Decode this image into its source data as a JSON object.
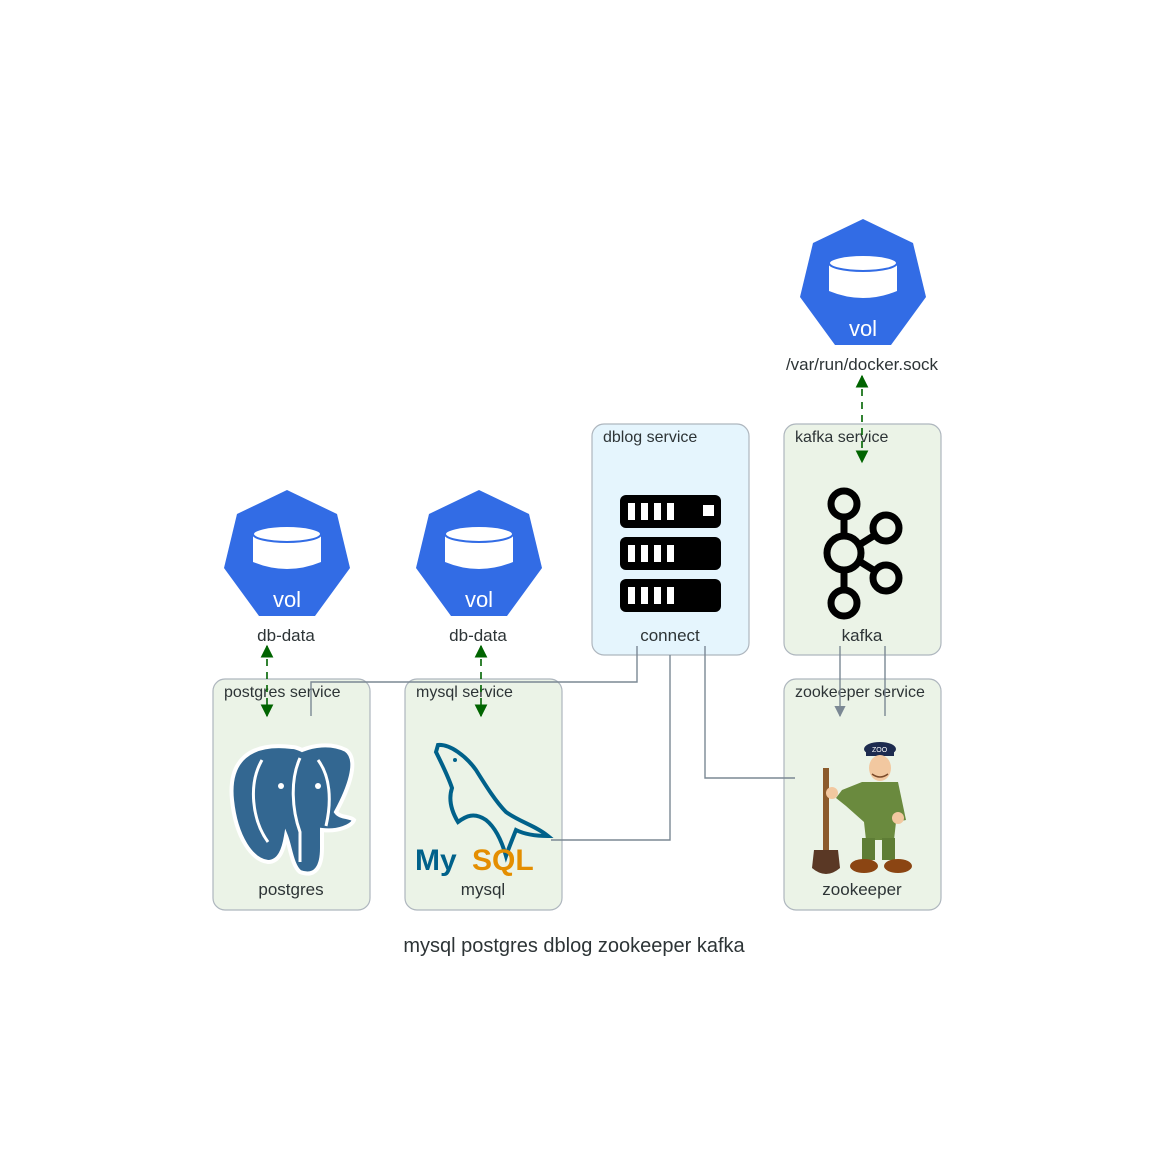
{
  "caption": "mysql postgres dblog zookeeper kafka",
  "clusters": {
    "postgres": "postgres service",
    "mysql": "mysql service",
    "dblog": "dblog service",
    "kafka": "kafka service",
    "zookeeper": "zookeeper service"
  },
  "nodes": {
    "vol_postgres": {
      "badge": "vol",
      "label": "db-data"
    },
    "vol_mysql": {
      "badge": "vol",
      "label": "db-data"
    },
    "vol_docker": {
      "badge": "vol",
      "label": "/var/run/docker.sock"
    },
    "postgres": {
      "label": "postgres"
    },
    "mysql": {
      "label": "mysql",
      "logo_my": "My",
      "logo_sql": "SQL"
    },
    "connect": {
      "label": "connect"
    },
    "kafka": {
      "label": "kafka"
    },
    "zookeeper": {
      "label": "zookeeper",
      "cap_text": "ZOO"
    }
  },
  "colors": {
    "cluster_green": "#ebf3e7",
    "cluster_blue": "#e5f5fd",
    "volume_blue": "#326ce5",
    "dashed_edge": "#006400",
    "solid_edge": "#7b8894",
    "postgres_blue": "#336791",
    "mysql_blue": "#00618a",
    "mysql_orange": "#e48e00"
  },
  "icons": {
    "volume": "kubernetes-volume-icon",
    "postgres": "postgresql-elephant-icon",
    "mysql": "mysql-dolphin-icon",
    "connect": "server-rack-icon",
    "kafka": "kafka-icon",
    "zookeeper": "zookeeper-keeper-icon"
  }
}
